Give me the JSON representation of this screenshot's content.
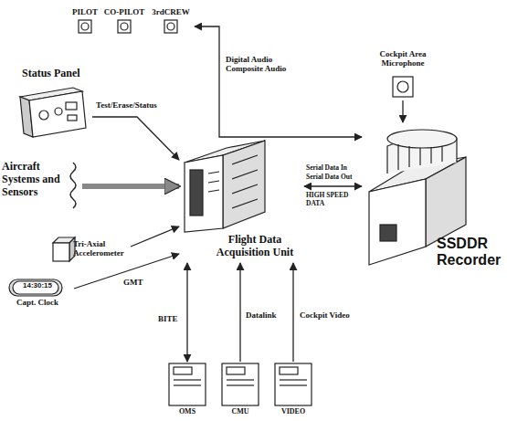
{
  "diagram": {
    "nodes": [
      {
        "text": [
          "PILOT"
        ]
      },
      {
        "text": [
          "CO-PILOT"
        ]
      },
      {
        "text": [
          "3rdCREW"
        ]
      },
      {
        "text": [
          "Status Panel"
        ]
      },
      {
        "text": [
          "Cockpit Area Microphone"
        ]
      },
      {
        "text": [
          "Aircraft Systems and Sensors"
        ]
      },
      {
        "text": [
          "Flight Data Acquisition Unit"
        ]
      },
      {
        "text": [
          "SSDDR Recorder"
        ]
      },
      {
        "text": [
          "Tri-Axial Accelerometer"
        ]
      },
      {
        "text": [
          "14:30:15",
          "Capt. Clock"
        ]
      },
      {
        "text": [
          "OMS"
        ]
      },
      {
        "text": [
          "CMU"
        ]
      },
      {
        "text": [
          "VIDEO"
        ]
      }
    ],
    "edges": [
      {
        "from": 2,
        "to": 7,
        "arrow": "both",
        "label": "Digital Audio Composite Audio"
      },
      {
        "from": 4,
        "to": 7,
        "arrow": "to"
      },
      {
        "from": 3,
        "to": 6,
        "arrow": "to",
        "label": "Test/Erase/Status"
      },
      {
        "from": 5,
        "to": 6,
        "arrow": "to"
      },
      {
        "from": 8,
        "to": 6,
        "arrow": "to"
      },
      {
        "from": 9,
        "to": 6,
        "arrow": "to",
        "label": "GMT"
      },
      {
        "from": 10,
        "to": 6,
        "arrow": "both",
        "label": "BITE"
      },
      {
        "from": 11,
        "to": 6,
        "arrow": "to",
        "label": "Datalink"
      },
      {
        "from": 12,
        "to": 6,
        "arrow": "to",
        "label": "Cockpit Video"
      },
      {
        "from": 6,
        "to": 7,
        "arrow": "both",
        "label": "HIGH SPEED DATA"
      }
    ],
    "labels": [
      "Serial Data In",
      "Serial Data Out"
    ]
  }
}
